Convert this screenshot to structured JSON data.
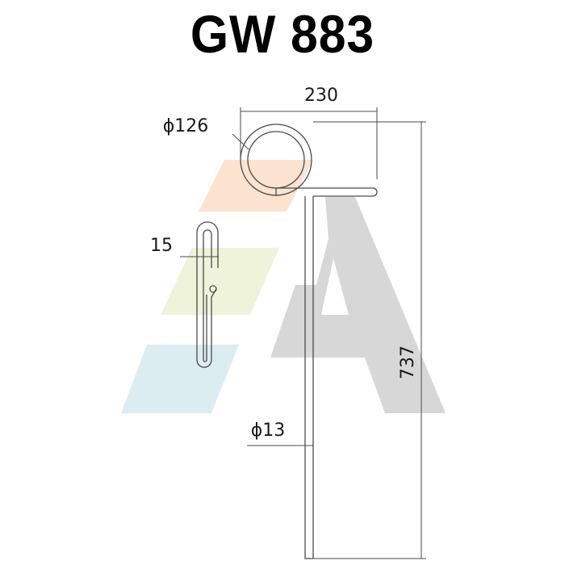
{
  "title": "GW 883",
  "dimensions": {
    "width": "230",
    "coil_diameter": "ϕ126",
    "hook_width": "15",
    "wire_diameter": "ϕ13",
    "height": "737"
  },
  "colors": {
    "logo_orange": "#fbe3cf",
    "logo_green": "#eef3da",
    "logo_blue": "#dcedf2",
    "logo_gray": "#d7d7d7",
    "line": "#555555"
  },
  "icons": {
    "watermark": "brand-logo-watermark"
  }
}
